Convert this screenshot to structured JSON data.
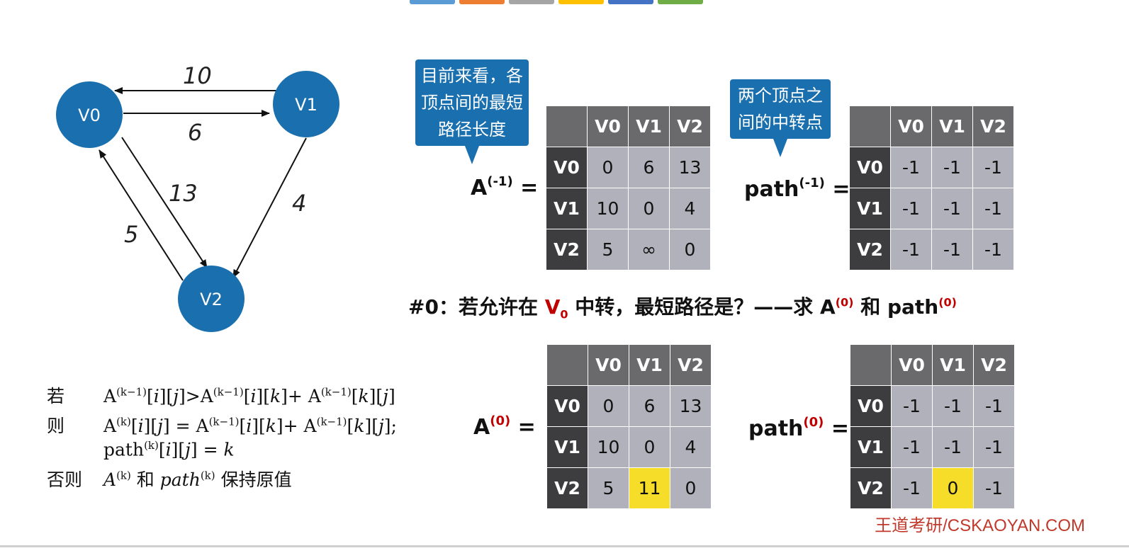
{
  "colors": {
    "node": "#1a6fae",
    "header": "#6a6a6c",
    "row_header": "#3d3d3f",
    "cell": "#b1b1bb",
    "highlight": "#f5dd2a",
    "accent_red": "#c00000",
    "footer": "#c0392b"
  },
  "top_bar_colors": [
    "#5b9bd5",
    "#ed7d31",
    "#a5a5a5",
    "#ffc000",
    "#4472c4",
    "#70ad47"
  ],
  "graph": {
    "nodes": [
      "V0",
      "V1",
      "V2"
    ],
    "edges": [
      {
        "from": "V1",
        "to": "V0",
        "weight": "10"
      },
      {
        "from": "V0",
        "to": "V1",
        "weight": "6"
      },
      {
        "from": "V0",
        "to": "V2",
        "weight": "13"
      },
      {
        "from": "V1",
        "to": "V2",
        "weight": "4"
      },
      {
        "from": "V2",
        "to": "V0",
        "weight": "5"
      }
    ]
  },
  "callouts": {
    "shortest": [
      "目前来看，各",
      "顶点间的最短",
      "路径长度"
    ],
    "transit": [
      "两个顶点之",
      "间的中转点"
    ]
  },
  "labels": {
    "A_prev": {
      "base": "A",
      "sup": "(-1)",
      "eq": " ="
    },
    "path_prev": {
      "base": "path",
      "sup": "(-1)",
      "eq": " ="
    },
    "A_curr": {
      "base": "A",
      "sup": "(0)",
      "eq": " ="
    },
    "path_curr": {
      "base": "path",
      "sup": "(0)",
      "eq": " ="
    }
  },
  "headers": [
    "V0",
    "V1",
    "V2"
  ],
  "matrices": {
    "A_prev": [
      [
        "0",
        "6",
        "13"
      ],
      [
        "10",
        "0",
        "4"
      ],
      [
        "5",
        "∞",
        "0"
      ]
    ],
    "path_prev": [
      [
        "-1",
        "-1",
        "-1"
      ],
      [
        "-1",
        "-1",
        "-1"
      ],
      [
        "-1",
        "-1",
        "-1"
      ]
    ],
    "A_curr": [
      [
        "0",
        "6",
        "13"
      ],
      [
        "10",
        "0",
        "4"
      ],
      [
        "5",
        "11",
        "0"
      ]
    ],
    "path_curr": [
      [
        "-1",
        "-1",
        "-1"
      ],
      [
        "-1",
        "-1",
        "-1"
      ],
      [
        "-1",
        "0",
        "-1"
      ]
    ]
  },
  "highlighted_cell": {
    "row": 2,
    "col": 1
  },
  "question": {
    "prefix": "#0：若允许在 ",
    "v": "V",
    "v_sub": "0",
    "mid": " 中转，最短路径是？——求 A",
    "a_sup": "(0)",
    "and": " 和 path",
    "p_sup": "(0)"
  },
  "rules": {
    "if_kw": "若",
    "then_kw": "则",
    "else_kw": "否则",
    "k1": "(k−1)",
    "k": "(k)",
    "if_expr": "A(k−1)[i][j]>A(k−1)[i][k]+ A(k−1)[k][j]",
    "else_text_and": " 和 ",
    "else_text_keep": " 保持原值"
  },
  "footer": "王道考研/CSKAOYAN.COM"
}
